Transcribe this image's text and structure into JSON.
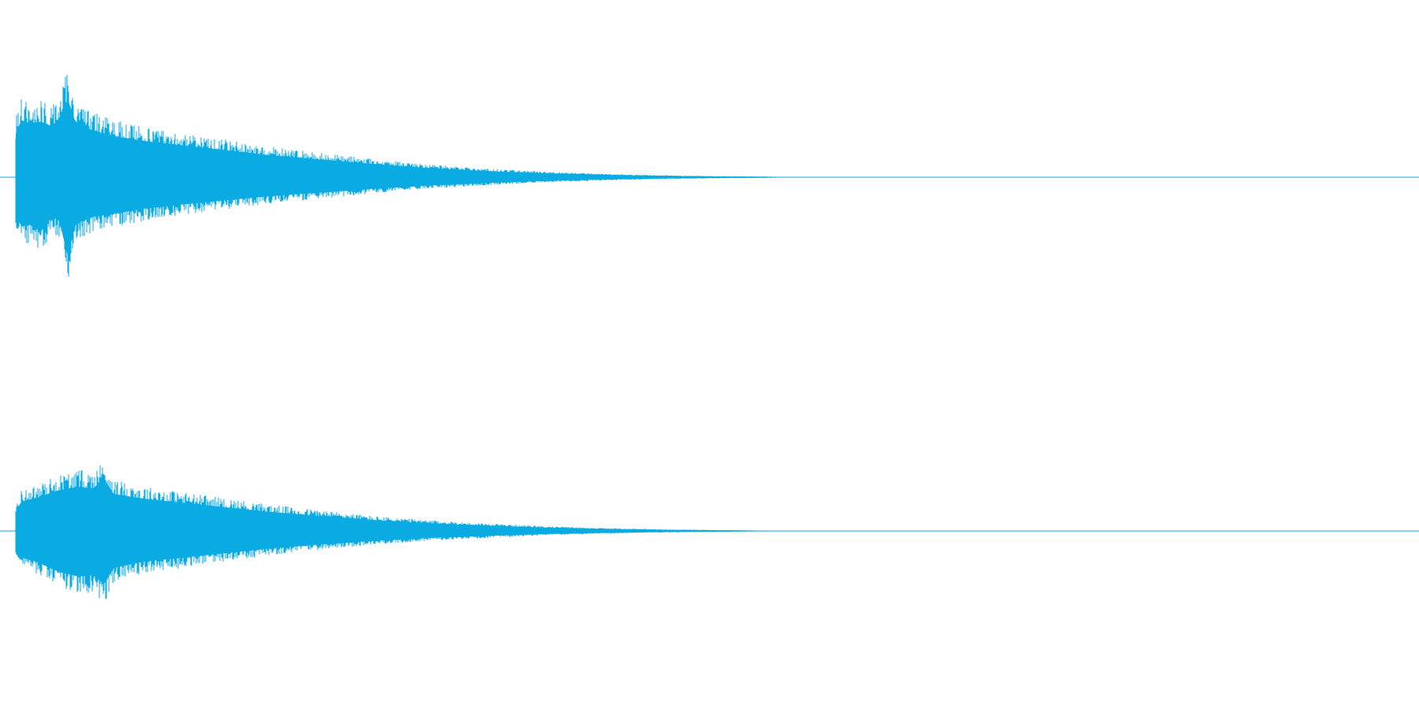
{
  "chart_data": {
    "type": "area",
    "description_kind": "stereo audio waveform",
    "waveform_color": "#0AAAE3",
    "background_color": "#FFFFFF",
    "channels": [
      {
        "channel": "left",
        "peaks": [
          {
            "t": 0.0,
            "pos": 0.55,
            "neg": -0.47
          },
          {
            "t": 0.004,
            "pos": 0.72,
            "neg": -0.62
          },
          {
            "t": 0.01,
            "pos": 0.68,
            "neg": -0.6
          },
          {
            "t": 0.018,
            "pos": 0.7,
            "neg": -0.68
          },
          {
            "t": 0.026,
            "pos": 0.64,
            "neg": -0.5
          },
          {
            "t": 0.031,
            "pos": 0.75,
            "neg": -0.55
          },
          {
            "t": 0.037,
            "pos": 0.99,
            "neg": -0.99
          },
          {
            "t": 0.043,
            "pos": 0.67,
            "neg": -0.58
          },
          {
            "t": 0.055,
            "pos": 0.59,
            "neg": -0.5
          },
          {
            "t": 0.07,
            "pos": 0.52,
            "neg": -0.46
          },
          {
            "t": 0.09,
            "pos": 0.46,
            "neg": -0.4
          },
          {
            "t": 0.12,
            "pos": 0.4,
            "neg": -0.34
          },
          {
            "t": 0.15,
            "pos": 0.34,
            "neg": -0.29
          },
          {
            "t": 0.18,
            "pos": 0.28,
            "neg": -0.24
          },
          {
            "t": 0.22,
            "pos": 0.22,
            "neg": -0.19
          },
          {
            "t": 0.26,
            "pos": 0.16,
            "neg": -0.14
          },
          {
            "t": 0.3,
            "pos": 0.11,
            "neg": -0.1
          },
          {
            "t": 0.34,
            "pos": 0.075,
            "neg": -0.07
          },
          {
            "t": 0.38,
            "pos": 0.05,
            "neg": -0.045
          },
          {
            "t": 0.42,
            "pos": 0.03,
            "neg": -0.028
          },
          {
            "t": 0.46,
            "pos": 0.018,
            "neg": -0.016
          },
          {
            "t": 0.5,
            "pos": 0.01,
            "neg": -0.009
          },
          {
            "t": 0.54,
            "pos": 0.005,
            "neg": -0.005
          },
          {
            "t": 0.585,
            "pos": 0.0,
            "neg": 0.0
          },
          {
            "t": 1.0,
            "pos": 0.0,
            "neg": 0.0
          }
        ]
      },
      {
        "channel": "right",
        "peaks": [
          {
            "t": 0.0,
            "pos": 0.25,
            "neg": -0.24
          },
          {
            "t": 0.004,
            "pos": 0.4,
            "neg": -0.36
          },
          {
            "t": 0.015,
            "pos": 0.45,
            "neg": -0.42
          },
          {
            "t": 0.03,
            "pos": 0.55,
            "neg": -0.55
          },
          {
            "t": 0.045,
            "pos": 0.6,
            "neg": -0.62
          },
          {
            "t": 0.055,
            "pos": 0.58,
            "neg": -0.6
          },
          {
            "t": 0.063,
            "pos": 0.7,
            "neg": -0.72
          },
          {
            "t": 0.07,
            "pos": 0.5,
            "neg": -0.5
          },
          {
            "t": 0.09,
            "pos": 0.44,
            "neg": -0.42
          },
          {
            "t": 0.12,
            "pos": 0.38,
            "neg": -0.36
          },
          {
            "t": 0.15,
            "pos": 0.32,
            "neg": -0.3
          },
          {
            "t": 0.18,
            "pos": 0.26,
            "neg": -0.24
          },
          {
            "t": 0.22,
            "pos": 0.2,
            "neg": -0.18
          },
          {
            "t": 0.26,
            "pos": 0.14,
            "neg": -0.13
          },
          {
            "t": 0.3,
            "pos": 0.1,
            "neg": -0.09
          },
          {
            "t": 0.34,
            "pos": 0.07,
            "neg": -0.065
          },
          {
            "t": 0.38,
            "pos": 0.045,
            "neg": -0.04
          },
          {
            "t": 0.42,
            "pos": 0.028,
            "neg": -0.026
          },
          {
            "t": 0.46,
            "pos": 0.016,
            "neg": -0.015
          },
          {
            "t": 0.5,
            "pos": 0.009,
            "neg": -0.008
          },
          {
            "t": 0.54,
            "pos": 0.004,
            "neg": -0.004
          },
          {
            "t": 0.585,
            "pos": 0.0,
            "neg": 0.0
          },
          {
            "t": 1.0,
            "pos": 0.0,
            "neg": 0.0
          }
        ]
      }
    ],
    "title": "",
    "xlabel": "",
    "ylabel": "",
    "xlim": [
      0,
      1
    ],
    "ylim": [
      -1,
      1
    ],
    "grid": false,
    "legend": "none"
  }
}
